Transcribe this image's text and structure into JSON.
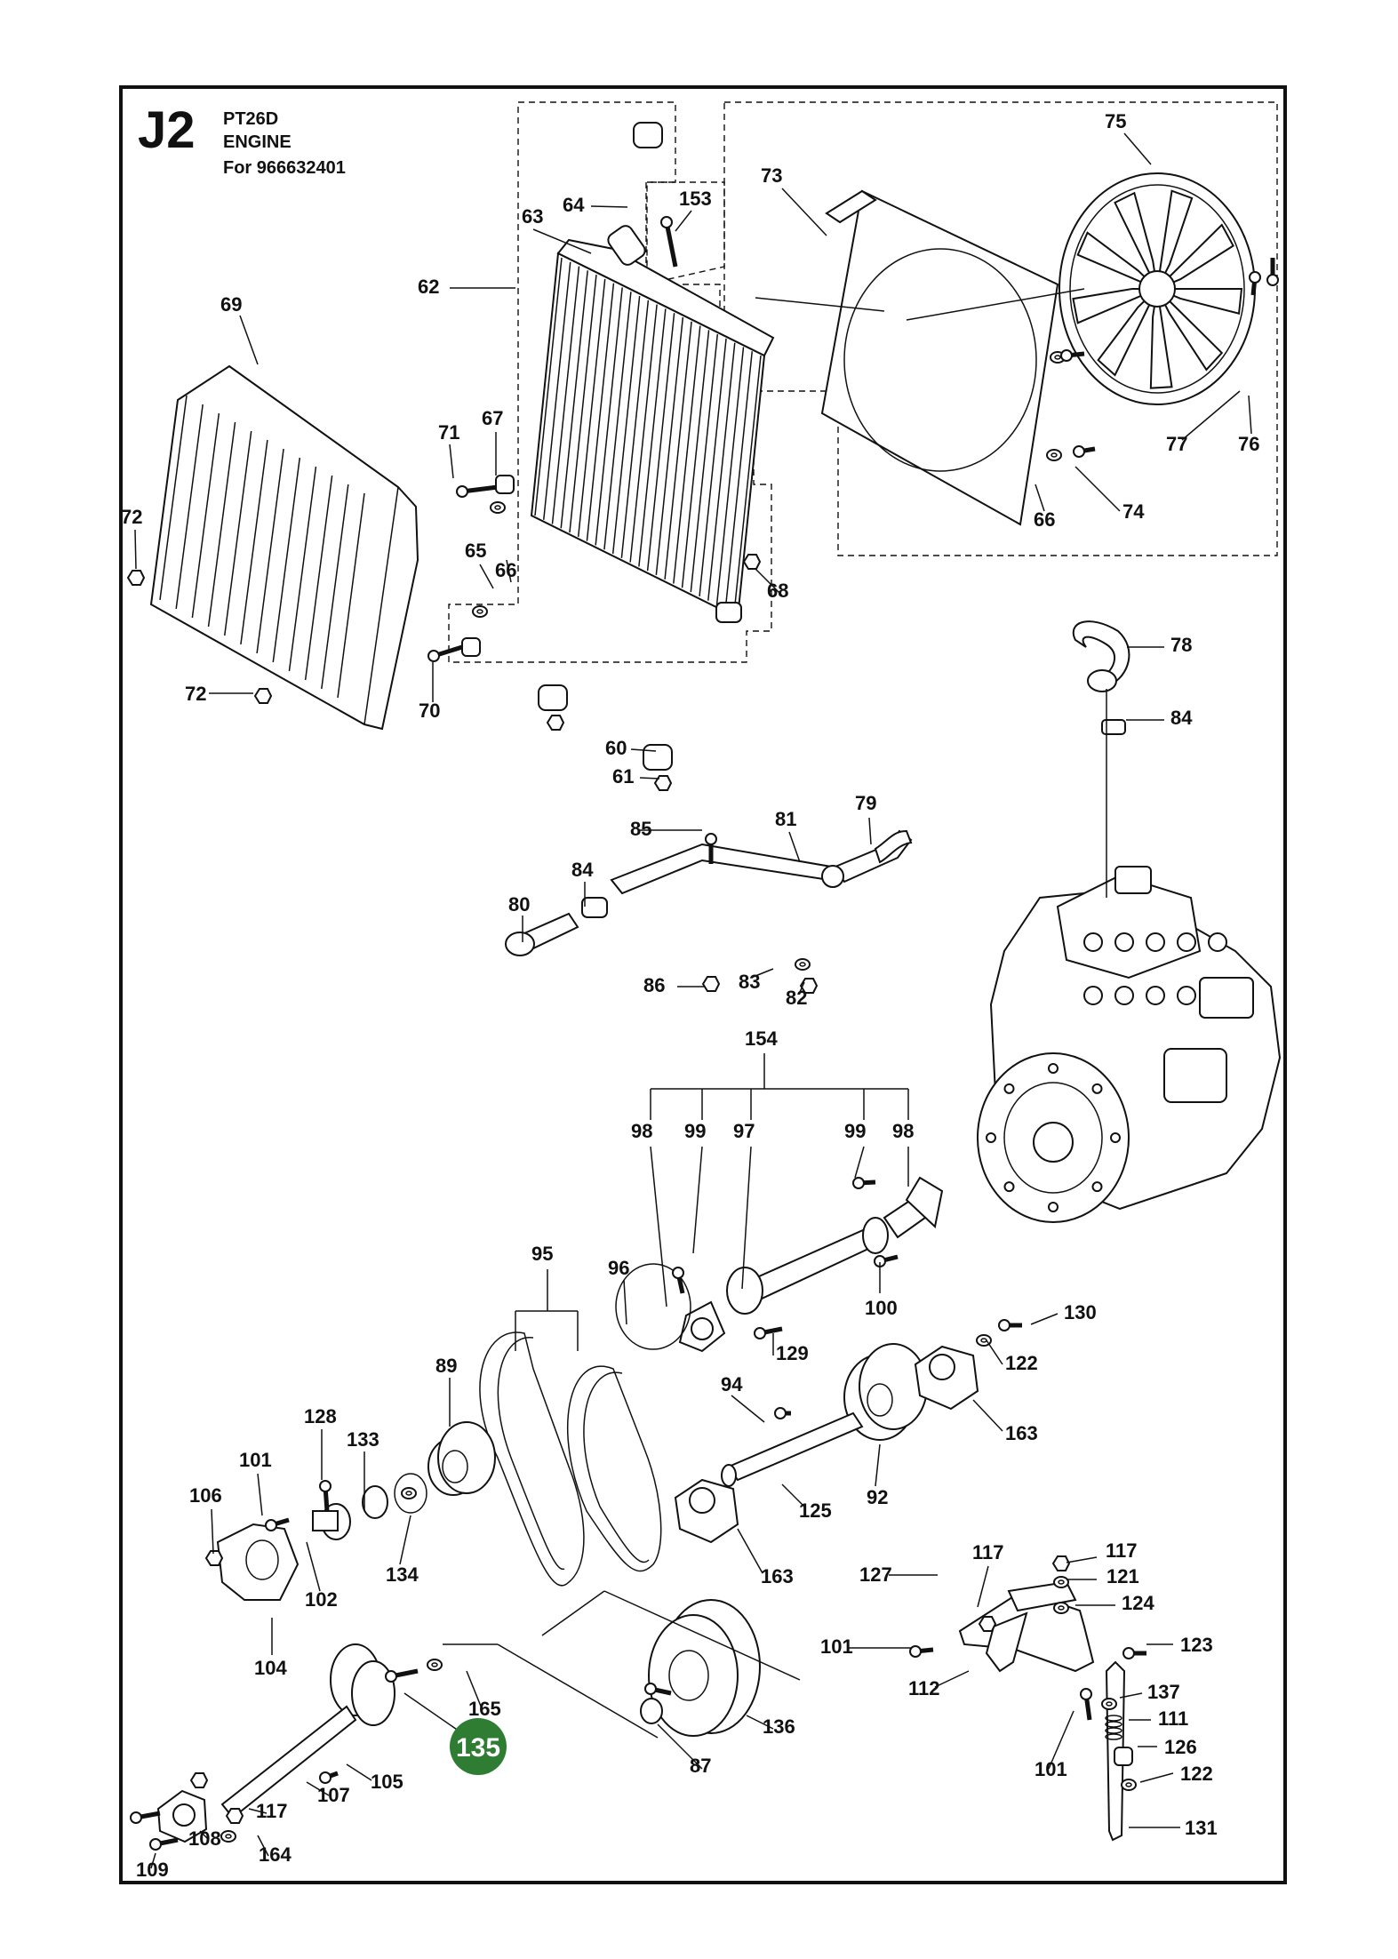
{
  "header": {
    "section_code": "J2",
    "model": "PT26D",
    "system": "ENGINE",
    "applies_to": "For 966632401"
  },
  "highlight_color": "#2e7d32",
  "callouts": {
    "c75": "75",
    "c73": "73",
    "c64": "64",
    "c153": "153",
    "c63": "63",
    "c62": "62",
    "c69": "69",
    "c67": "67",
    "c71": "71",
    "c72a": "72",
    "c72b": "72",
    "c65": "65",
    "c66a": "66",
    "c66b": "66",
    "c68": "68",
    "c70": "70",
    "c77": "77",
    "c76": "76",
    "c74": "74",
    "c78": "78",
    "c84a": "84",
    "c84b": "84",
    "c60": "60",
    "c61": "61",
    "c85": "85",
    "c81": "81",
    "c79": "79",
    "c80": "80",
    "c86": "86",
    "c83": "83",
    "c82": "82",
    "c154": "154",
    "c98a": "98",
    "c99a": "99",
    "c97": "97",
    "c99b": "99",
    "c98b": "98",
    "c95": "95",
    "c96": "96",
    "c100": "100",
    "c130": "130",
    "c129": "129",
    "c122a": "122",
    "c89": "89",
    "c94": "94",
    "c163a": "163",
    "c128": "128",
    "c133": "133",
    "c101a": "101",
    "c106": "106",
    "c92": "92",
    "c125": "125",
    "c134": "134",
    "c102": "102",
    "c163b": "163",
    "c117a": "117",
    "c117b": "117",
    "c121": "121",
    "c127": "127",
    "c124": "124",
    "c104": "104",
    "c101b": "101",
    "c123": "123",
    "c112": "112",
    "c137": "137",
    "c165": "165",
    "c135": "135",
    "c136": "136",
    "c111": "111",
    "c126": "126",
    "c87": "87",
    "c101c": "101",
    "c122b": "122",
    "c105": "105",
    "c107": "107",
    "c117c": "117",
    "c108": "108",
    "c164": "164",
    "c131": "131",
    "c109": "109"
  }
}
